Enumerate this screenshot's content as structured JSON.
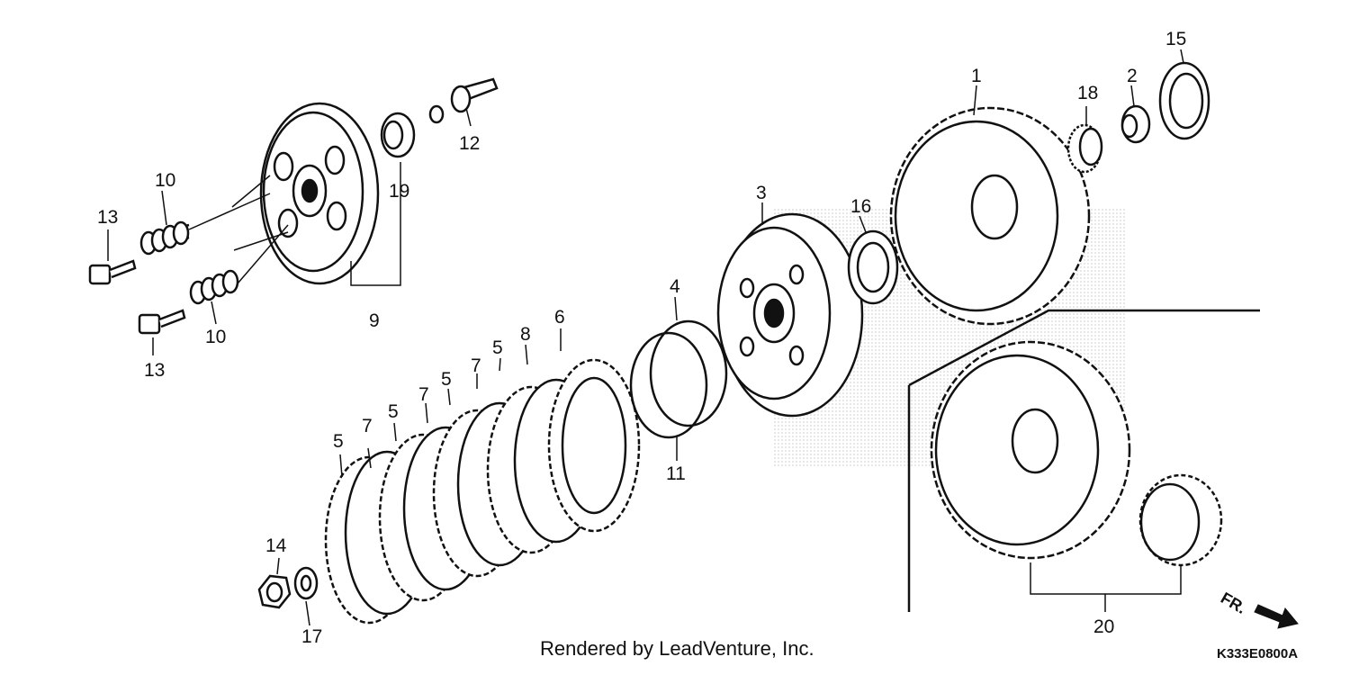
{
  "diagram": {
    "labels": [
      "1",
      "2",
      "3",
      "4",
      "5",
      "6",
      "7",
      "8",
      "9",
      "10",
      "11",
      "12",
      "13",
      "14",
      "15",
      "16",
      "17",
      "18",
      "19",
      "20"
    ],
    "credit": "Rendered by LeadVenture, Inc.",
    "code": "K333E0800A",
    "direction": "FR."
  }
}
